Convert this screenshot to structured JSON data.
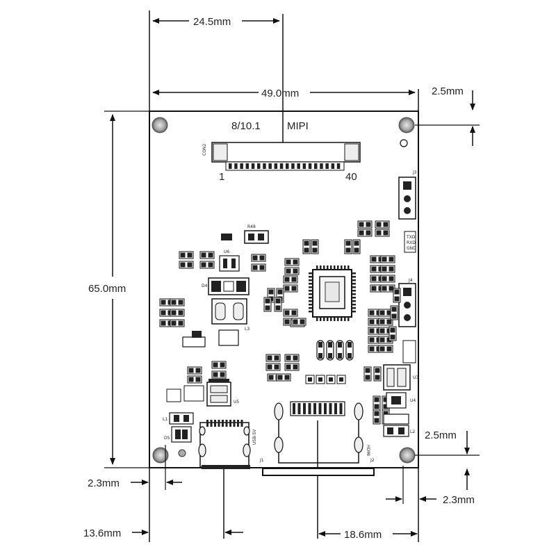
{
  "dimensions": {
    "top_offset": "24.5mm",
    "width": "49.0mm",
    "top_right_offset": "2.5mm",
    "height": "65.0mm",
    "bottom_right_offset": "2.5mm",
    "bottom_left_offset": "2.3mm",
    "bottom_right_side": "2.3mm",
    "bottom_left_usb": "13.6mm",
    "bottom_hdmi": "18.6mm"
  },
  "connector": {
    "title": "8/10.1",
    "type": "MIPI",
    "pin_first": "1",
    "pin_last": "40",
    "ref": "CON2"
  },
  "silkscreen": {
    "usb": "USB-5V",
    "hdmi": "HDMI",
    "j1": "J1",
    "j2": "J2",
    "j3": "J3",
    "j4": "J4",
    "r48": "R48",
    "d4": "D4",
    "l3": "L3",
    "u4": "U4",
    "u5": "U5",
    "u6": "U6",
    "u3": "U3",
    "l1": "L1",
    "l2": "L2",
    "d5": "D5",
    "gnd": "GND"
  },
  "colors": {
    "line": "#111111",
    "hole": "#9a9a9a",
    "pad": "#1a1a1a"
  }
}
